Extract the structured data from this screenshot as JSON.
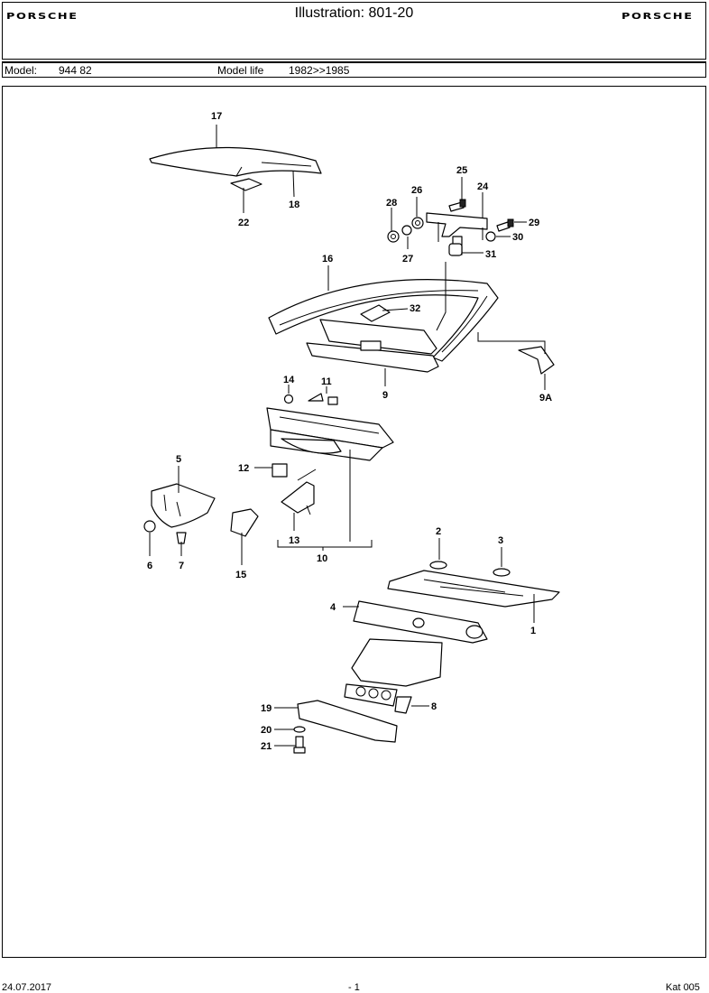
{
  "header": {
    "logo_left": "PORSCHE",
    "logo_right": "PORSCHE",
    "title": "Illustration: 801-20"
  },
  "model_bar": {
    "model_label": "Model:",
    "model_value": "944 82",
    "life_label": "Model life",
    "life_value": "1982>>1985"
  },
  "callouts": [
    "17",
    "18",
    "22",
    "25",
    "24",
    "26",
    "28",
    "29",
    "30",
    "27",
    "31",
    "16",
    "32",
    "9",
    "9A",
    "14",
    "11",
    "5",
    "12",
    "13",
    "10",
    "6",
    "7",
    "15",
    "2",
    "3",
    "4",
    "1",
    "19",
    "8",
    "20",
    "21"
  ],
  "footer": {
    "date": "24.07.2017",
    "page": "- 1",
    "catalog": "Kat 005"
  }
}
